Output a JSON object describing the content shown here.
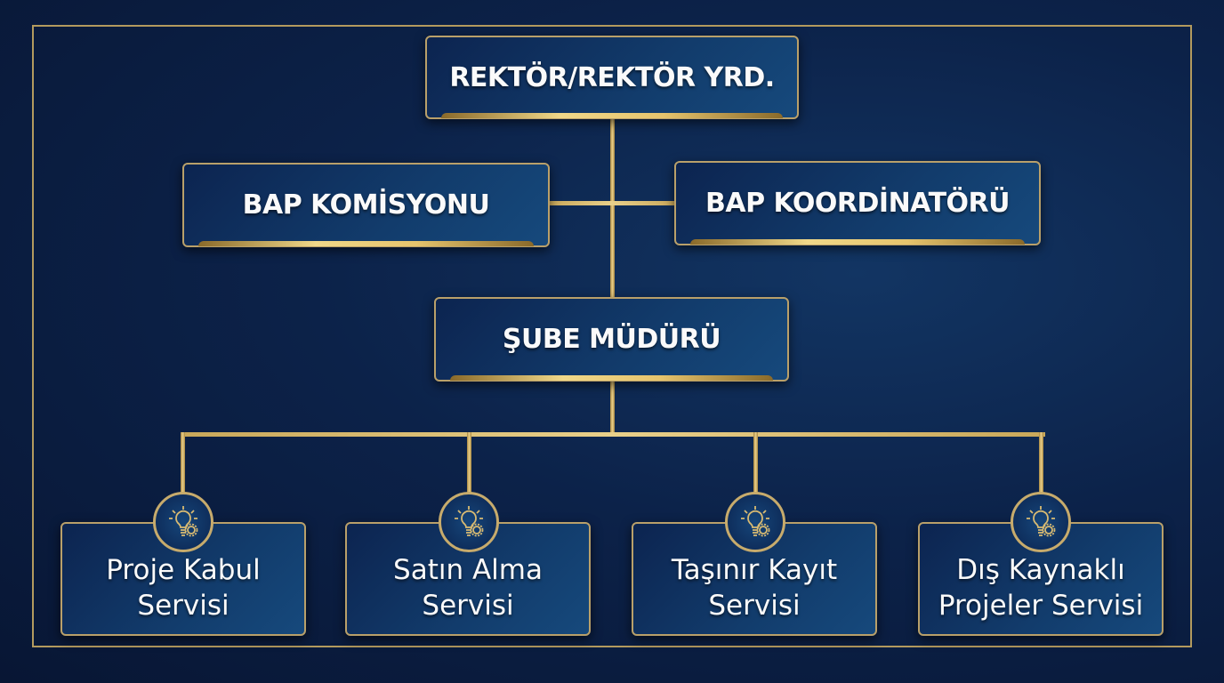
{
  "top": {
    "label": "REKTÖR/REKTÖR YRD."
  },
  "left": {
    "label": "BAP KOMİSYONU"
  },
  "right": {
    "label": "BAP KOORDİNATÖRÜ"
  },
  "middle": {
    "label": "ŞUBE MÜDÜRÜ"
  },
  "services": [
    {
      "line1": "Proje Kabul",
      "line2": "Servisi",
      "icon": "lightbulb-gear-icon"
    },
    {
      "line1": "Satın Alma",
      "line2": "Servisi",
      "icon": "lightbulb-gear-icon"
    },
    {
      "line1": "Taşınır Kayıt",
      "line2": "Servisi",
      "icon": "lightbulb-gear-icon"
    },
    {
      "line1": "Dış Kaynaklı",
      "line2": "Projeler Servisi",
      "icon": "lightbulb-gear-icon"
    }
  ],
  "colors": {
    "gold": "#c9a85a",
    "navy": "#0c2249"
  }
}
